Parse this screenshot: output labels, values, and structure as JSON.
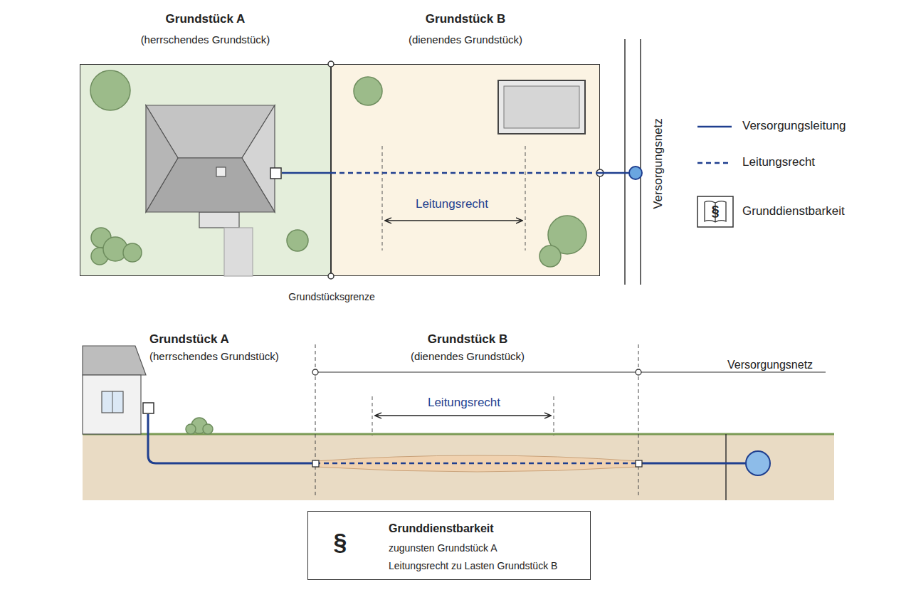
{
  "diagram": {
    "nodes": [
      {
        "text": [
          "Grundstück A",
          "(herrschendes Grundstück)"
        ]
      },
      {
        "text": [
          "Grundstück B",
          "(dienendes Grundstück)"
        ]
      },
      {
        "text": [
          "Versorgungsnetz"
        ]
      },
      {
        "text": [
          "Grunddienstbarkeit",
          "zugunsten Grundstück A",
          "Leitungsrecht zu Lasten Grundstück B"
        ]
      }
    ],
    "edges": [
      {
        "from": 0,
        "to": 2,
        "arrow": "none"
      }
    ],
    "labels": [
      "Leitungsrecht",
      "Grundstücksgrenze",
      "Grundstück A",
      "(herrschendes Grundstück)",
      "Grundstück B",
      "(dienendes Grundstück)",
      "Versorgungsnetz",
      "Leitungsrecht",
      "§",
      "§"
    ],
    "legend": [
      {
        "text": "Versorgungsleitung"
      },
      {
        "text": "Leitungsrecht"
      },
      {
        "text": "Grunddienstbarkeit"
      }
    ]
  }
}
